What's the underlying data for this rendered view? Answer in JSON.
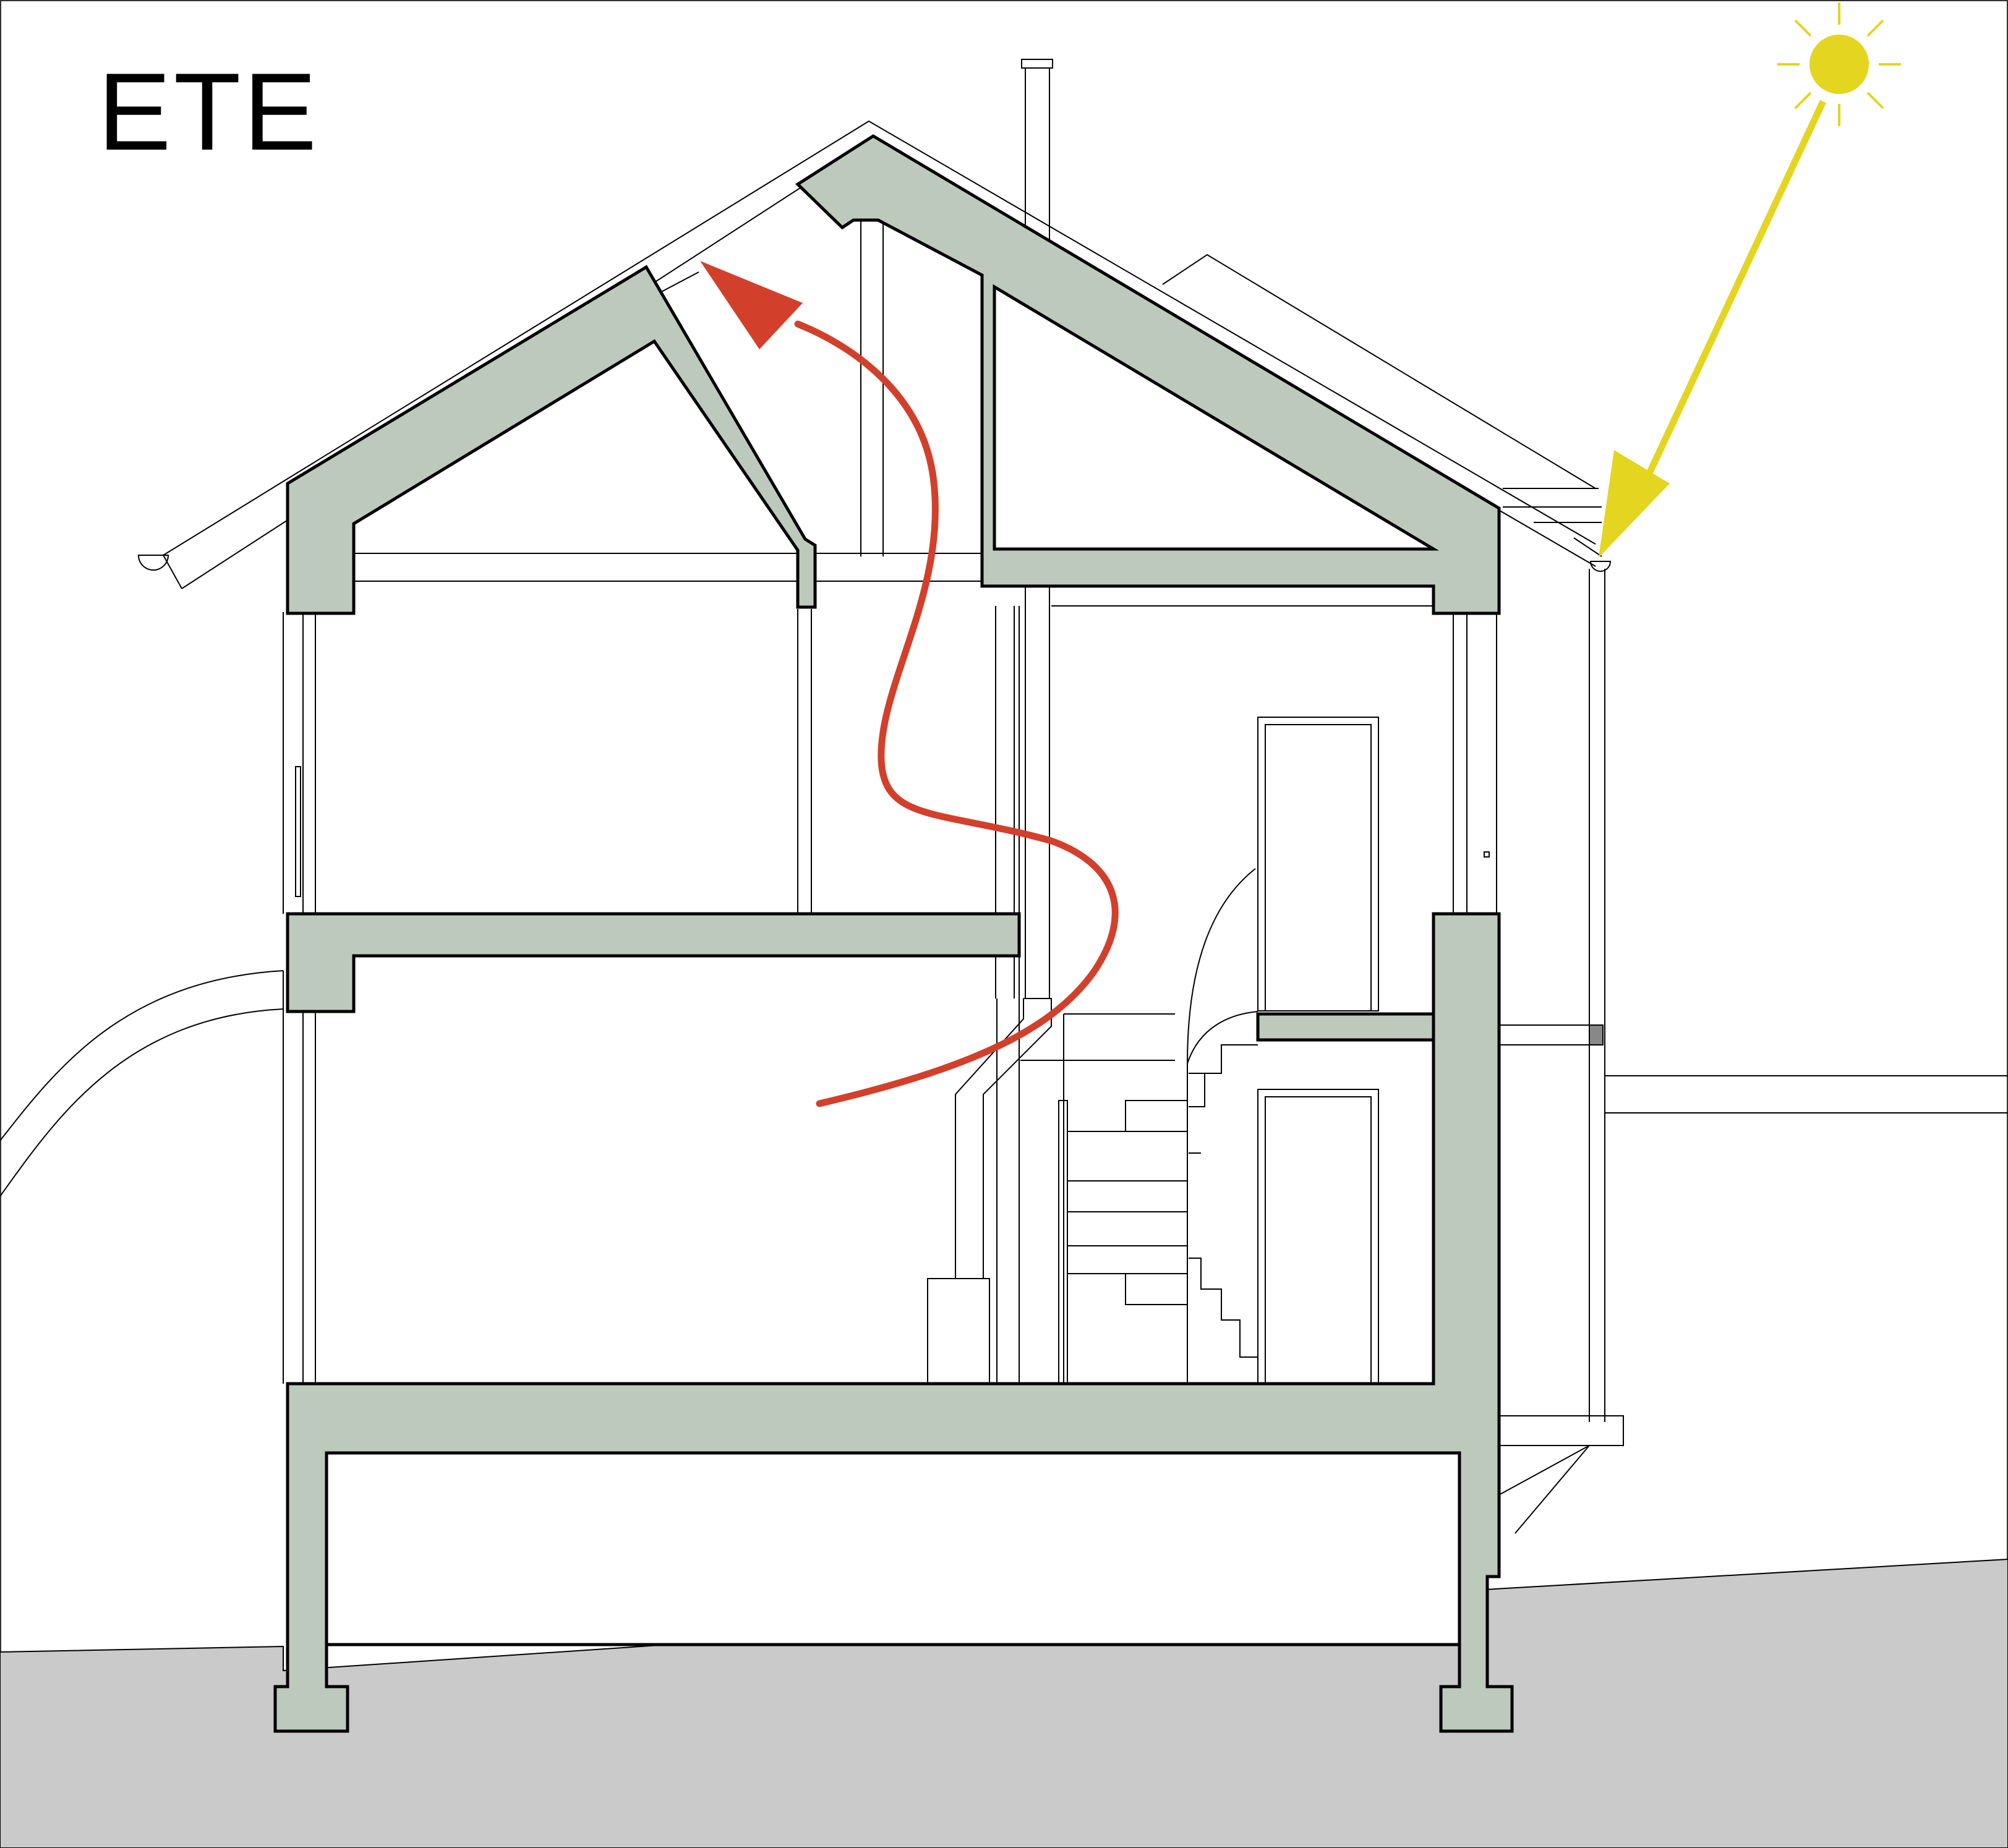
{
  "title": "ETE",
  "colors": {
    "structure": "#bdc9bc",
    "ground": "#cacaca",
    "airflow_arrow": "#d2402c",
    "sun": "#e4d520",
    "outline": "#000000",
    "background": "#ffffff"
  },
  "icons": {
    "sun": "sun-icon",
    "sun_ray": "sunlight-arrow",
    "airflow": "airflow-arrow"
  }
}
